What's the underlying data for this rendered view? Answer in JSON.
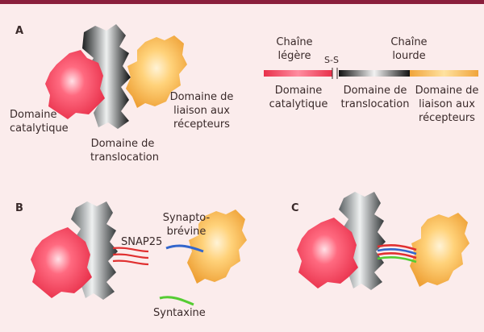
{
  "panels": {
    "a": {
      "letter": "A",
      "label_catalytic": [
        "Domaine",
        "catalytique"
      ],
      "label_translocation": [
        "Domaine de",
        "translocation"
      ],
      "label_receptor": [
        "Domaine de",
        "liaison aux",
        "récepteurs"
      ]
    },
    "legend": {
      "light_chain": [
        "Chaîne",
        "légère"
      ],
      "heavy_chain": [
        "Chaîne",
        "lourde"
      ],
      "disulfide": "S-S",
      "catalytic": [
        "Domaine",
        "catalytique"
      ],
      "translocation": [
        "Domaine de",
        "translocation"
      ],
      "receptor": [
        "Domaine de",
        "liaison aux",
        "récepteurs"
      ]
    },
    "b": {
      "letter": "B",
      "snap25": "SNAP25",
      "synaptobrevin": [
        "Synapto-",
        "brévine"
      ],
      "syntaxin": "Syntaxine"
    },
    "c": {
      "letter": "C"
    }
  },
  "colors": {
    "banner": "#8a1e3c",
    "background": "#fbecec",
    "catalytic_red": "#e8304a",
    "translocation_gray": "#8a8f90",
    "receptor_orange": "#f0a43a",
    "snap25_red": "#e03030",
    "synaptobrevin_blue": "#3366cc",
    "syntaxin_green": "#55cc33"
  }
}
